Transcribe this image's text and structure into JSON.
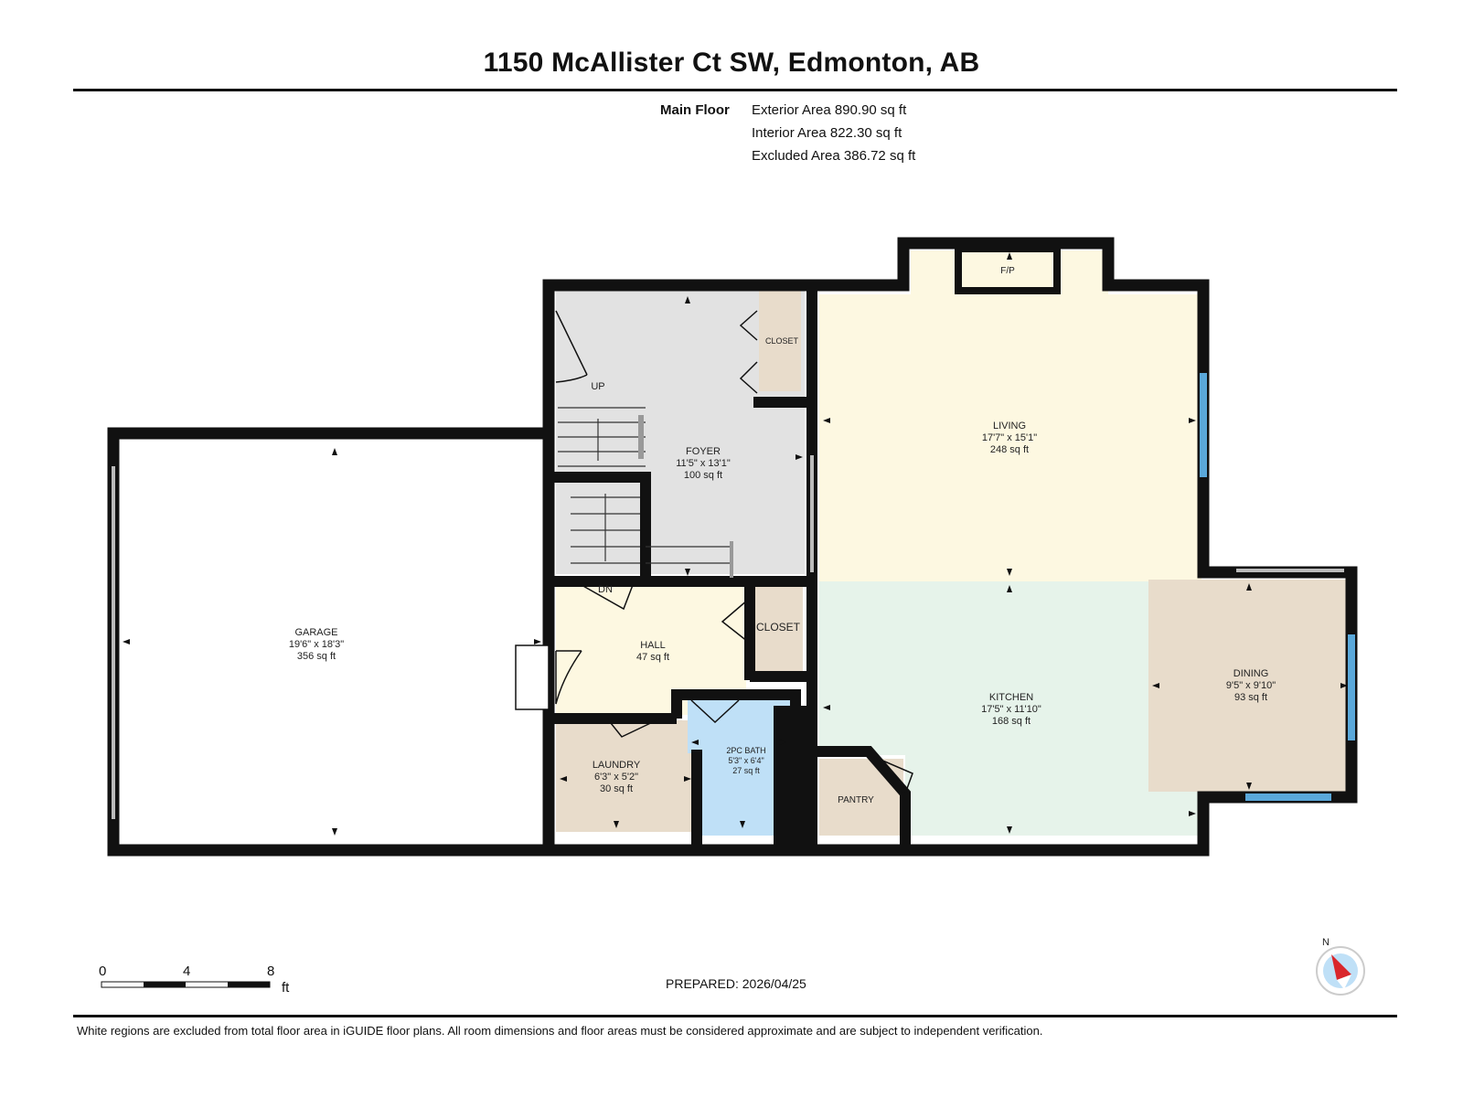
{
  "title": "1150 McAllister Ct SW, Edmonton, AB",
  "summary": {
    "floor_label": "Main Floor",
    "exterior_area": "Exterior Area 890.90 sq ft",
    "interior_area": "Interior Area 822.30 sq ft",
    "excluded_area": "Excluded Area 386.72 sq ft"
  },
  "rooms": {
    "garage": {
      "name": "GARAGE",
      "dims": "19'6\" x 18'3\"",
      "area": "356 sq ft"
    },
    "foyer": {
      "name": "FOYER",
      "dims": "11'5\" x 13'1\"",
      "area": "100 sq ft"
    },
    "living": {
      "name": "LIVING",
      "dims": "17'7\" x 15'1\"",
      "area": "248 sq ft"
    },
    "hall": {
      "name": "HALL",
      "area": "47 sq ft"
    },
    "kitchen": {
      "name": "KITCHEN",
      "dims": "17'5\" x 11'10\"",
      "area": "168 sq ft"
    },
    "dining": {
      "name": "DINING",
      "dims": "9'5\" x 9'10\"",
      "area": "93 sq ft"
    },
    "laundry": {
      "name": "LAUNDRY",
      "dims": "6'3\" x 5'2\"",
      "area": "30 sq ft"
    },
    "bath": {
      "name": "2PC BATH",
      "dims": "5'3\" x 6'4\"",
      "area": "27 sq ft"
    },
    "pantry": {
      "name": "PANTRY"
    },
    "closet_foyer": {
      "name": "CLOSET"
    },
    "closet_hall": {
      "name": "CLOSET"
    },
    "fireplace": {
      "name": "F/P"
    },
    "stairs_up": {
      "name": "UP"
    },
    "stairs_down": {
      "name": "DN"
    }
  },
  "scale": {
    "ticks": [
      "0",
      "4",
      "8"
    ],
    "unit": "ft"
  },
  "compass": {
    "label": "N"
  },
  "prepared": "PREPARED: 2026/04/25",
  "footer": "White regions are excluded from total floor area in iGUIDE floor plans. All room dimensions and floor areas must be considered approximate and are subject to independent verification.",
  "colors": {
    "wall": "#111111",
    "foyer": "#e2e2e2",
    "living": "#fdf8e1",
    "hall": "#fdf8e1",
    "kitchen": "#e6f3ea",
    "dining": "#e8dccb",
    "laundry": "#e8dccb",
    "closet": "#e8dccb",
    "pantry": "#e8dccb",
    "bath": "#bfe0f7",
    "window": "#5aa8da"
  }
}
